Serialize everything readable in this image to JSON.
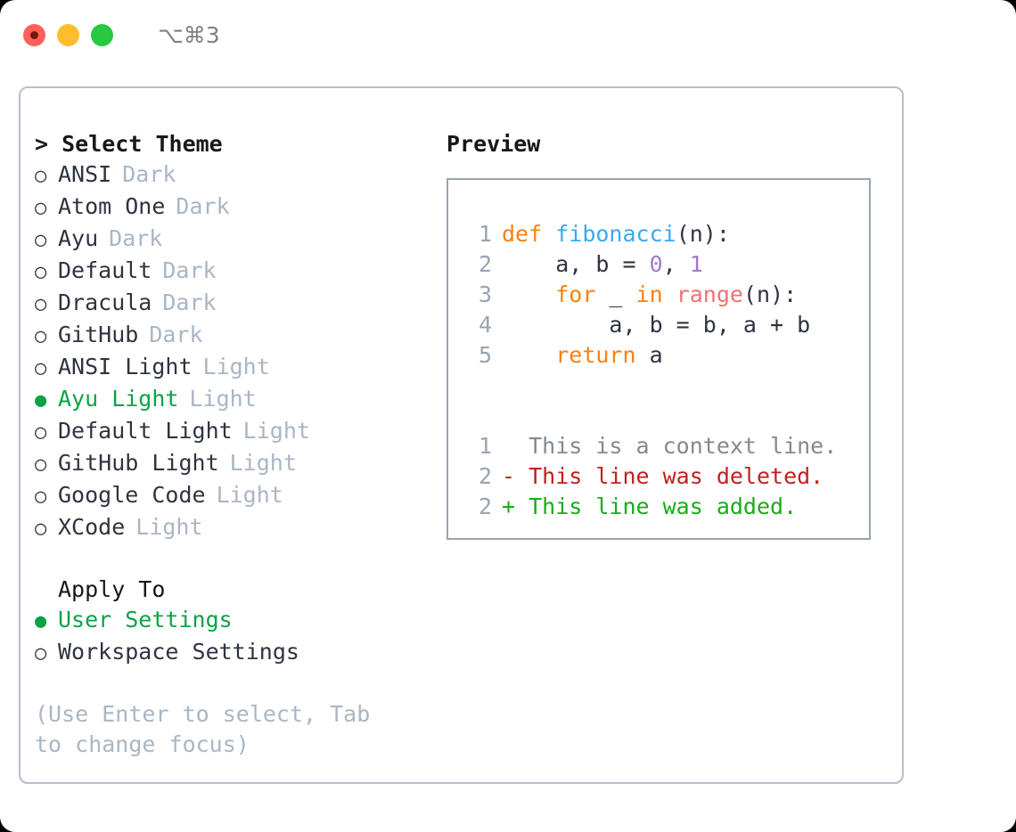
{
  "titlebar": {
    "shortcut": "⌥⌘3",
    "lights": [
      "close",
      "minimize",
      "maximize"
    ]
  },
  "theme_picker": {
    "heading": "> Select Theme",
    "bullet_selected": "●",
    "bullet_unselected": "○",
    "accent_color": "#0ca345",
    "items": [
      {
        "label": "ANSI",
        "tag": "Dark",
        "selected": false
      },
      {
        "label": "Atom One",
        "tag": "Dark",
        "selected": false
      },
      {
        "label": "Ayu",
        "tag": "Dark",
        "selected": false
      },
      {
        "label": "Default",
        "tag": "Dark",
        "selected": false
      },
      {
        "label": "Dracula",
        "tag": "Dark",
        "selected": false
      },
      {
        "label": "GitHub",
        "tag": "Dark",
        "selected": false
      },
      {
        "label": "ANSI Light",
        "tag": "Light",
        "selected": false
      },
      {
        "label": "Ayu Light",
        "tag": "Light",
        "selected": true
      },
      {
        "label": "Default Light",
        "tag": "Light",
        "selected": false
      },
      {
        "label": "GitHub Light",
        "tag": "Light",
        "selected": false
      },
      {
        "label": "Google Code",
        "tag": "Light",
        "selected": false
      },
      {
        "label": "XCode",
        "tag": "Light",
        "selected": false
      }
    ]
  },
  "apply_to": {
    "heading": "Apply To",
    "items": [
      {
        "label": "User Settings",
        "selected": true
      },
      {
        "label": "Workspace Settings",
        "selected": false
      }
    ]
  },
  "hint": "(Use Enter to select, Tab to change focus)",
  "preview": {
    "title": "Preview",
    "code_lines": [
      {
        "no": "1",
        "tokens": [
          {
            "t": "def ",
            "c": "kw"
          },
          {
            "t": "fibonacci",
            "c": "fn"
          },
          {
            "t": "(n):",
            "c": "pl"
          }
        ]
      },
      {
        "no": "2",
        "tokens": [
          {
            "t": "    a, b = ",
            "c": "pl"
          },
          {
            "t": "0",
            "c": "num"
          },
          {
            "t": ", ",
            "c": "pl"
          },
          {
            "t": "1",
            "c": "num"
          }
        ]
      },
      {
        "no": "3",
        "tokens": [
          {
            "t": "    ",
            "c": "pl"
          },
          {
            "t": "for",
            "c": "kw"
          },
          {
            "t": " _ ",
            "c": "pl"
          },
          {
            "t": "in",
            "c": "kw"
          },
          {
            "t": " ",
            "c": "pl"
          },
          {
            "t": "range",
            "c": "bi"
          },
          {
            "t": "(n):",
            "c": "pl"
          }
        ]
      },
      {
        "no": "4",
        "tokens": [
          {
            "t": "        a, b = b, a + b",
            "c": "pl"
          }
        ]
      },
      {
        "no": "5",
        "tokens": [
          {
            "t": "    ",
            "c": "pl"
          },
          {
            "t": "return",
            "c": "kw"
          },
          {
            "t": " a",
            "c": "pl"
          }
        ]
      }
    ],
    "diff_lines": [
      {
        "no": "1",
        "marker": "  ",
        "text": "This is a context line.",
        "kind": "ctx"
      },
      {
        "no": "2",
        "marker": "- ",
        "text": "This line was deleted.",
        "kind": "del"
      },
      {
        "no": "2",
        "marker": "+ ",
        "text": "This line was added.",
        "kind": "add"
      }
    ]
  }
}
